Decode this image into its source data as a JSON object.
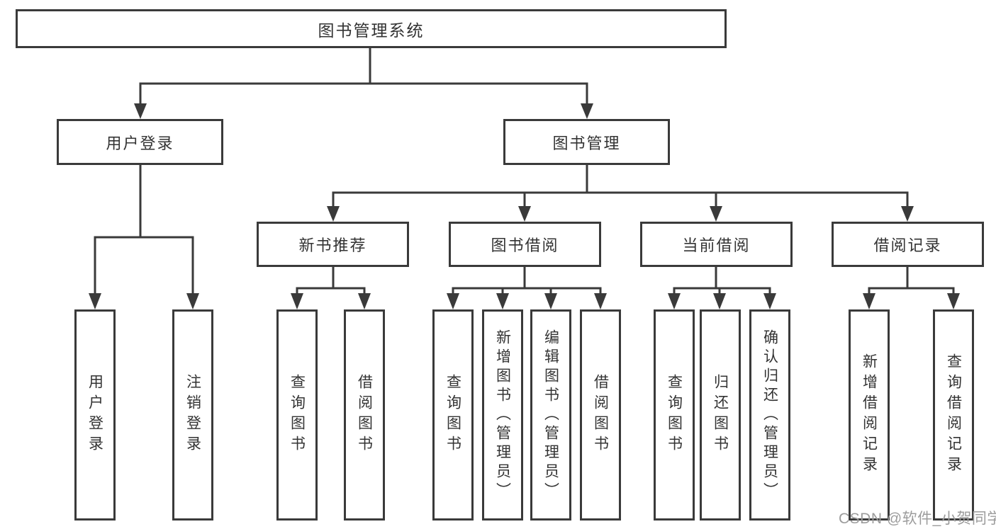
{
  "diagram": {
    "type": "hierarchy-tree",
    "tree": {
      "label": "图书管理系统",
      "children": [
        {
          "label": "用户登录",
          "children": [
            {
              "label": "用户登录"
            },
            {
              "label": "注销登录"
            }
          ]
        },
        {
          "label": "图书管理",
          "children": [
            {
              "label": "新书推荐",
              "children": [
                {
                  "label": "查询图书"
                },
                {
                  "label": "借阅图书"
                }
              ]
            },
            {
              "label": "图书借阅",
              "children": [
                {
                  "label": "查询图书"
                },
                {
                  "label": "新增图书（管理员）"
                },
                {
                  "label": "编辑图书（管理员）"
                },
                {
                  "label": "借阅图书"
                }
              ]
            },
            {
              "label": "当前借阅",
              "children": [
                {
                  "label": "查询图书"
                },
                {
                  "label": "归还图书"
                },
                {
                  "label": "确认归还（管理员）"
                }
              ]
            },
            {
              "label": "借阅记录",
              "children": [
                {
                  "label": "新增借阅记录"
                },
                {
                  "label": "查询借阅记录"
                }
              ]
            }
          ]
        }
      ]
    },
    "colors": {
      "line": "#3a3a3a",
      "text": "#333333",
      "box_background": "#ffffff",
      "watermark": "#9c9c9c"
    }
  },
  "watermark": {
    "text": "CSDN @软件_小贺同学"
  }
}
